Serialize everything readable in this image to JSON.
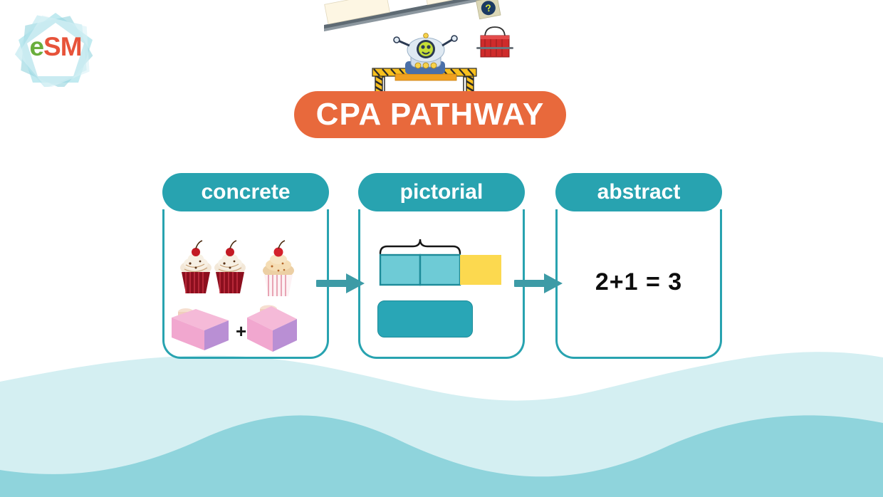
{
  "brand": {
    "logo_text_primary": "e",
    "logo_text_secondary": "SM",
    "logo_green": "#6aae3c",
    "logo_orange": "#e7533a",
    "logo_badge": "esm-logo"
  },
  "header": {
    "title": "CPA PATHWAY",
    "title_pill_color": "#e8693c",
    "title_text_color": "#ffffff",
    "illustration": "robot-balancing-seesaw",
    "illustration_badge_icon": "question-mark-icon"
  },
  "theme": {
    "teal": "#28a3b0",
    "teal_light": "#6ecbd6",
    "yellow": "#ffd champion",
    "wave_light": "#d4eff2",
    "wave_dark": "#8fd4dc",
    "background": "#ffffff"
  },
  "stages": [
    {
      "id": "concrete",
      "label": "concrete",
      "contents": {
        "type": "objects",
        "cupcakes": 3,
        "blocks": 2,
        "operator": "+",
        "item_names": [
          "cupcake",
          "cupcake",
          "cupcake",
          "lego-brick",
          "lego-brick"
        ]
      }
    },
    {
      "id": "pictorial",
      "label": "pictorial",
      "contents": {
        "type": "bar-model",
        "part_cells": 2,
        "part_cell_color": "#6ecbd6",
        "extra_cell_color": "#fcd94f",
        "brace": "curly-brace-over-two-parts",
        "whole_bar_color": "#29a6b6"
      }
    },
    {
      "id": "abstract",
      "label": "abstract",
      "contents": {
        "type": "equation",
        "equation": "2+1 = 3"
      }
    }
  ],
  "arrows": [
    {
      "id": "concrete-to-pictorial",
      "direction": "right",
      "color": "#3d9ba6"
    },
    {
      "id": "pictorial-to-abstract",
      "direction": "right",
      "color": "#3d9ba6"
    }
  ]
}
